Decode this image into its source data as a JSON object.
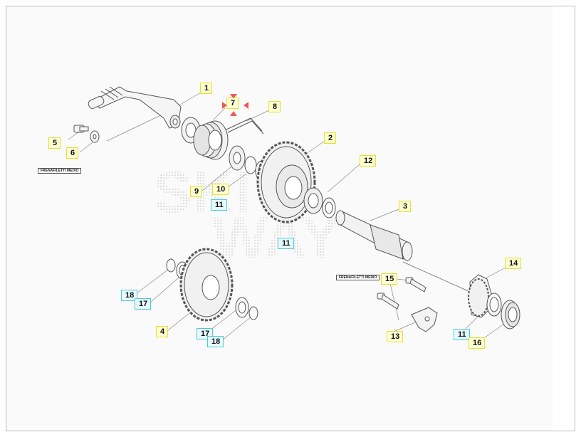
{
  "callouts": [
    {
      "label": "1",
      "tone": "yellow"
    },
    {
      "label": "7",
      "tone": "yellow"
    },
    {
      "label": "8",
      "tone": "yellow"
    },
    {
      "label": "2",
      "tone": "yellow"
    },
    {
      "label": "12",
      "tone": "yellow"
    },
    {
      "label": "3",
      "tone": "yellow"
    },
    {
      "label": "5",
      "tone": "yellow"
    },
    {
      "label": "6",
      "tone": "yellow"
    },
    {
      "label": "9",
      "tone": "yellow"
    },
    {
      "label": "10",
      "tone": "yellow"
    },
    {
      "label": "11",
      "tone": "cyan"
    },
    {
      "label": "11",
      "tone": "cyan"
    },
    {
      "label": "15",
      "tone": "yellow"
    },
    {
      "label": "14",
      "tone": "yellow"
    },
    {
      "label": "18",
      "tone": "cyan"
    },
    {
      "label": "17",
      "tone": "cyan"
    },
    {
      "label": "4",
      "tone": "yellow"
    },
    {
      "label": "17",
      "tone": "cyan"
    },
    {
      "label": "18",
      "tone": "cyan"
    },
    {
      "label": "13",
      "tone": "yellow"
    },
    {
      "label": "11",
      "tone": "cyan"
    },
    {
      "label": "16",
      "tone": "yellow"
    }
  ],
  "notes": {
    "left": "FRENAFILETTI MEDIO",
    "right": "FRENAFILETTI MEDIO"
  },
  "watermark": {
    "line1": "SKI",
    "line2": "WAY"
  },
  "colors": {
    "callout_yellow_fill": "#ffffd2",
    "callout_yellow_border": "#e4e230",
    "callout_cyan_fill": "#e7fbfd",
    "callout_cyan_border": "#4ec9df",
    "move_arrows": "#f25757",
    "line_art": "#6a6a6a"
  },
  "icons": {
    "selected_marker": "four-red-arrows-move-icon"
  }
}
